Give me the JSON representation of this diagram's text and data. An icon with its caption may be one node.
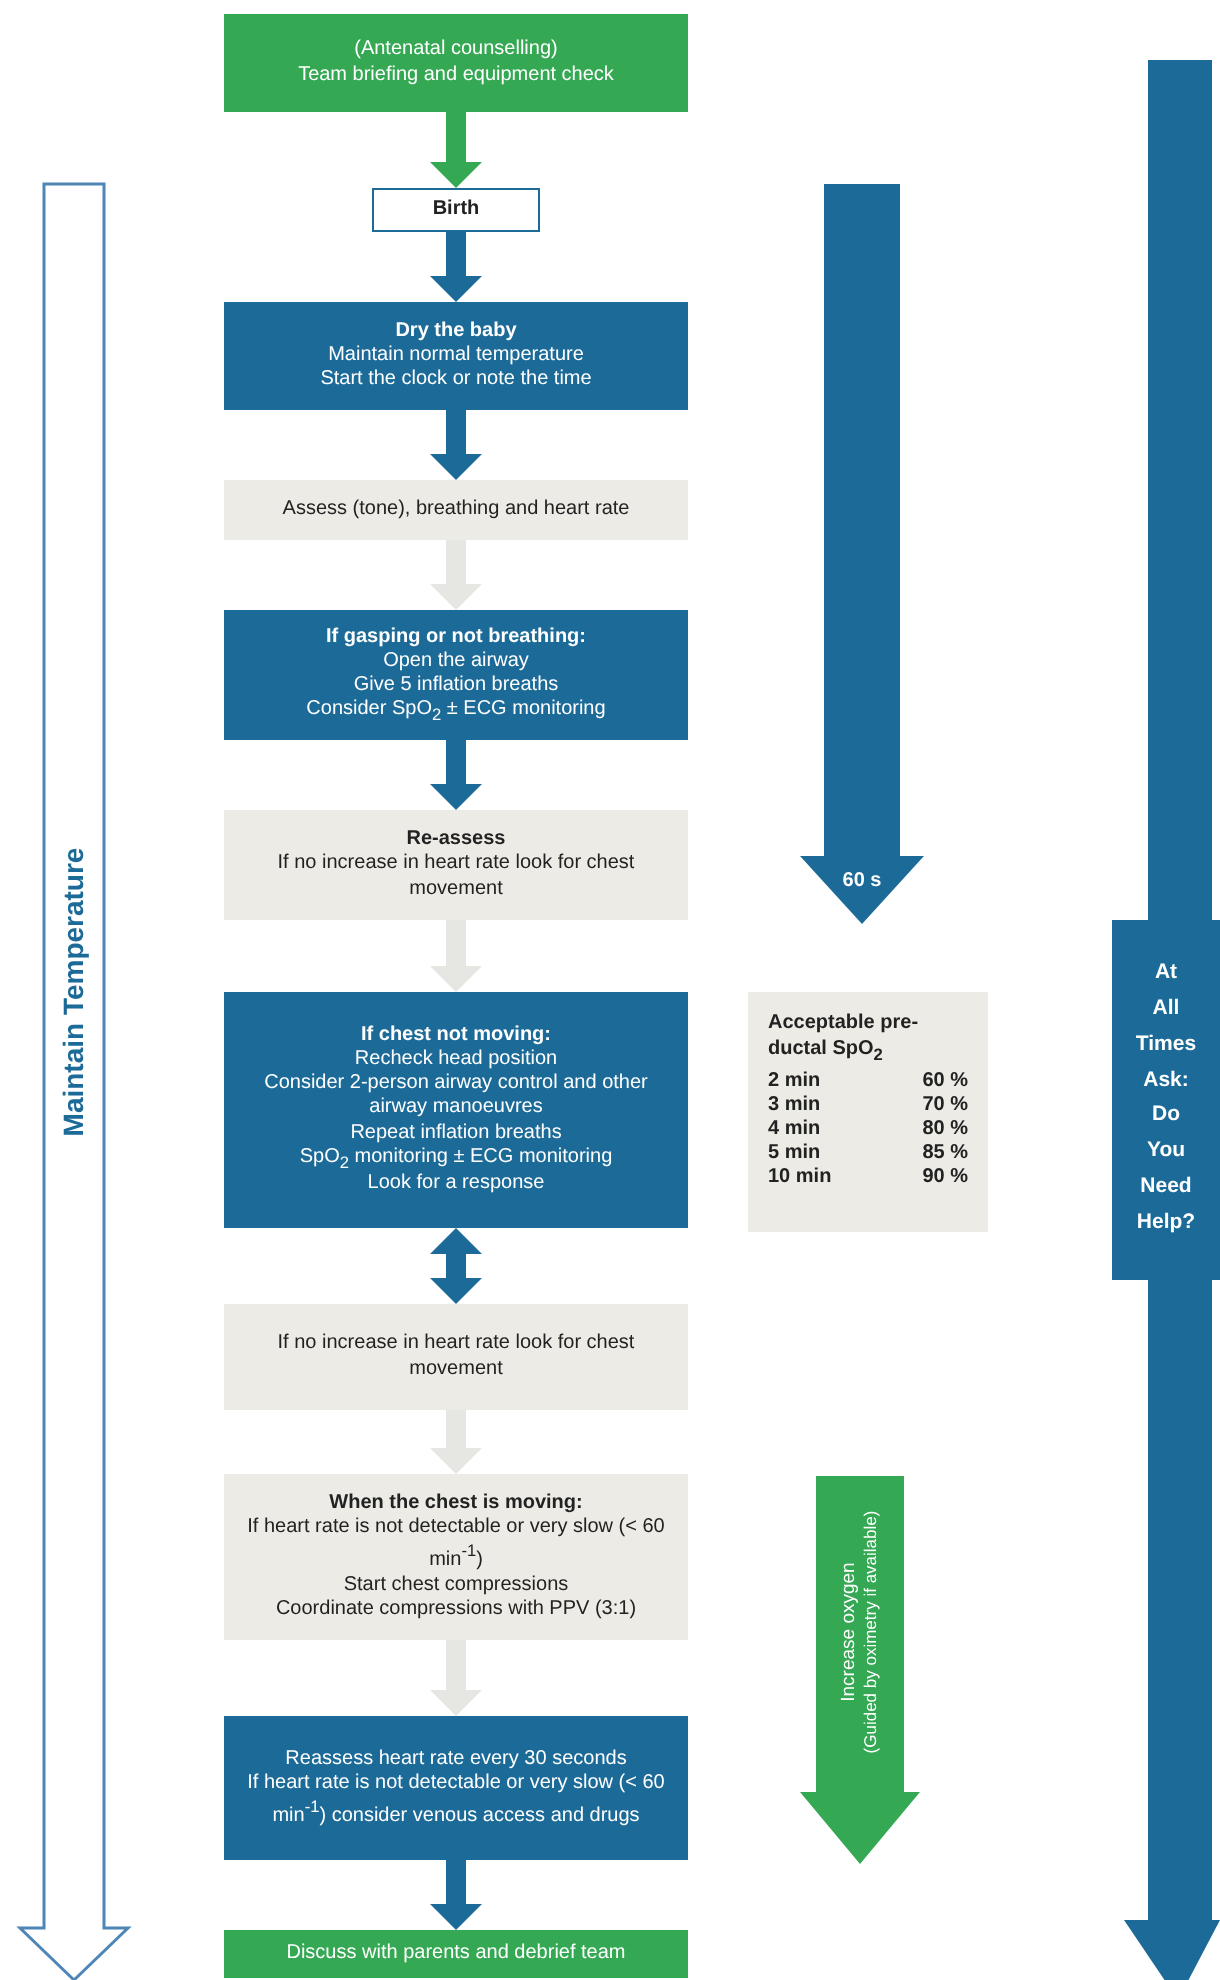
{
  "diagram": {
    "nodes": [
      {
        "text": [
          "(Antenatal counselling)",
          "Team briefing and equipment check"
        ]
      },
      {
        "text": [
          "Birth"
        ]
      },
      {
        "text": [
          "Dry the baby",
          "Maintain normal temperature",
          "Start the clock or note the time"
        ]
      },
      {
        "text": [
          "Assess (tone), breathing and heart rate"
        ]
      },
      {
        "text": [
          "If gasping or not breathing:",
          "Open the airway",
          "Give 5 inflation breaths",
          "Consider SpO$_{2}$ ± ECG monitoring"
        ]
      },
      {
        "text": [
          "Re-assess",
          "If no increase in heart rate look for chest movement"
        ]
      },
      {
        "text": [
          "If chest not moving:",
          "Recheck head position",
          "Consider 2-person airway control and other airway manoeuvres",
          "Repeat inflation breaths",
          "SpO$_{2}$ monitoring ± ECG monitoring",
          "Look for a response"
        ]
      },
      {
        "text": [
          "If no increase in heart rate look for chest movement"
        ]
      },
      {
        "text": [
          "When the chest is moving:",
          "If heart rate is not detectable or very slow (< 60 min$^{-1}$)",
          "Start chest compressions",
          "Coordinate compressions with PPV (3:1)"
        ]
      },
      {
        "text": [
          "Reassess heart rate every 30 seconds",
          "If heart rate is not detectable or very slow (< 60 min$^{-1}$) consider venous access and drugs"
        ]
      },
      {
        "text": [
          "Discuss with parents and debrief team"
        ]
      },
      {
        "text": [
          "Maintain Temperature"
        ]
      },
      {
        "text": [
          "60 s"
        ]
      },
      {
        "text": [
          "Acceptable pre-ductal SpO$_{2}$",
          "2 min",
          "60 %",
          "3 min",
          "70 %",
          "4 min",
          "80 %",
          "5 min",
          "85 %",
          "10 min",
          "90 %"
        ]
      },
      {
        "text": [
          "Increase oxygen",
          "(Guided by oximetry if available)"
        ]
      },
      {
        "text": [
          "At All Times Ask: Do You Need Help?"
        ]
      }
    ],
    "edges": [
      {
        "from": 0,
        "to": 1,
        "arrow": "to",
        "color": "#34a853"
      },
      {
        "from": 1,
        "to": 2,
        "arrow": "to"
      },
      {
        "from": 2,
        "to": 3,
        "arrow": "to"
      },
      {
        "from": 3,
        "to": 4,
        "arrow": "to",
        "color": "#e6e6e2"
      },
      {
        "from": 4,
        "to": 5,
        "arrow": "to"
      },
      {
        "from": 5,
        "to": 6,
        "arrow": "to",
        "color": "#e6e6e2"
      },
      {
        "from": 6,
        "to": 7,
        "arrow": "both"
      },
      {
        "from": 7,
        "to": 8,
        "arrow": "to",
        "color": "#e6e6e2"
      },
      {
        "from": 8,
        "to": 9,
        "arrow": "to",
        "color": "#e6e6e2"
      },
      {
        "from": 9,
        "to": 10,
        "arrow": "to"
      }
    ]
  }
}
